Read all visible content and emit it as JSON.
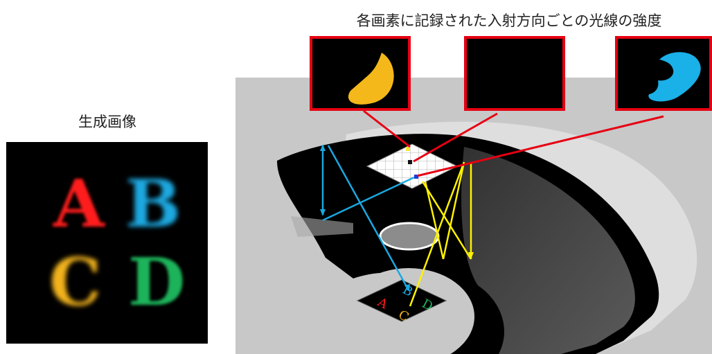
{
  "labels": {
    "generated_image_title": "生成画像",
    "recorded_rays_title": "各画素に記録された入射方向ごとの光線の強度"
  },
  "generated_image": {
    "letters": [
      {
        "char": "A",
        "color": "#ff1a1a"
      },
      {
        "char": "B",
        "color": "#1aa8e0"
      },
      {
        "char": "C",
        "color": "#f2b21a"
      },
      {
        "char": "D",
        "color": "#1fb35a"
      }
    ]
  },
  "scene": {
    "inset_border_color": "#e60012",
    "pixel_highlight_colors": [
      "#f5e63a",
      "#111111",
      "#1a3de0"
    ],
    "ray_colors": {
      "blue": "#1aa8e0",
      "yellow": "#fff200",
      "red": "#e60012"
    },
    "lens_color": "#8c8c8c",
    "small_target_letters": [
      "A",
      "B",
      "C",
      "D"
    ]
  }
}
